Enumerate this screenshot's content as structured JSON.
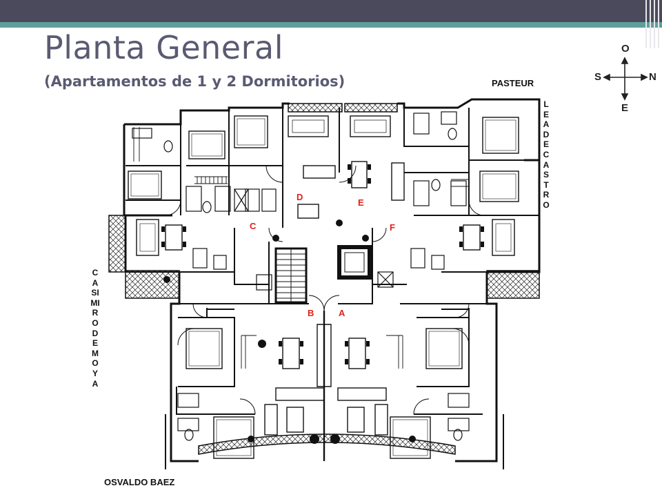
{
  "header": {
    "title": "Planta General",
    "subtitle": "(Apartamentos de 1 y 2 Dormitorios)"
  },
  "streets": {
    "north": "PASTEUR",
    "east": "LEA DE CASTRO",
    "west": "CASIMIRO DE MOYA",
    "south": "OSVALDO BAEZ"
  },
  "compass": {
    "top": "O",
    "left": "S",
    "right": "N",
    "bottom": "E"
  },
  "units": {
    "a": "A",
    "b": "B",
    "c": "C",
    "d": "D",
    "e": "E",
    "f": "F"
  },
  "colors": {
    "title_text": "#5a5a72",
    "top_band": "#4a4a5c",
    "accent_line": "#5f9e9a",
    "unit_label": "#e0201a",
    "plan_lines": "#111111"
  }
}
